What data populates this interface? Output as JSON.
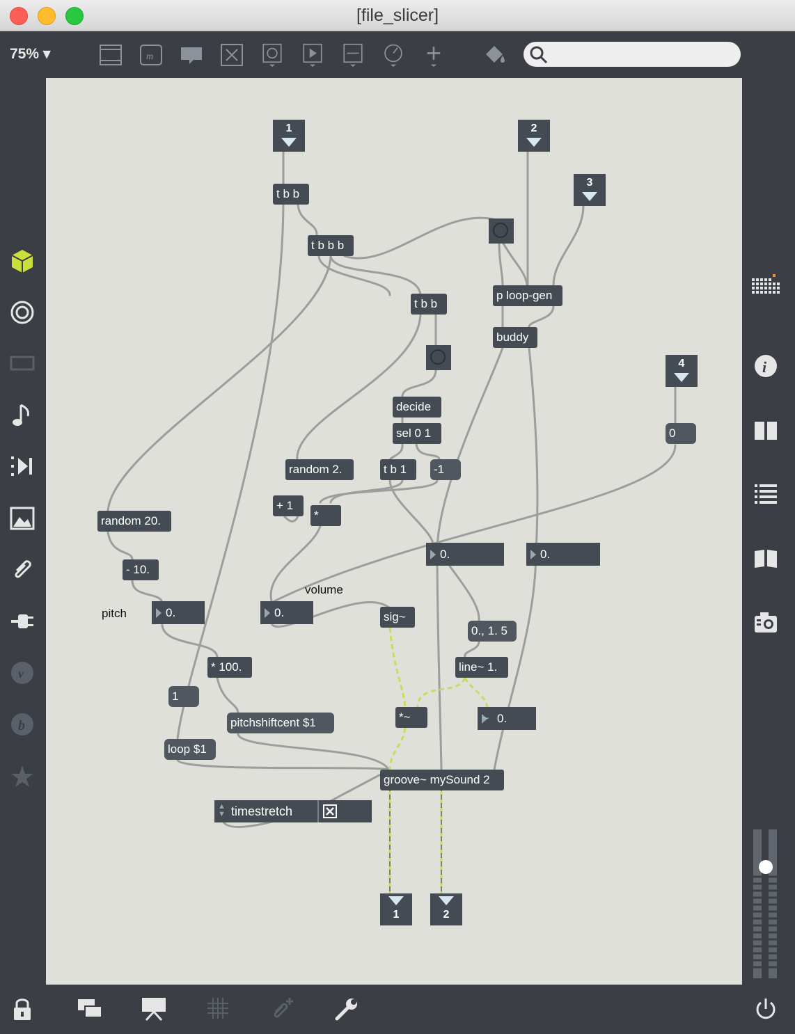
{
  "window": {
    "title": "[file_slicer]"
  },
  "toolbar": {
    "zoom": "75%",
    "icons": [
      "new-object-icon",
      "message-icon",
      "comment-icon",
      "toggle-icon",
      "button-icon",
      "play-icon",
      "slider-icon",
      "dial-icon",
      "add-icon",
      "paint-bucket-icon"
    ],
    "search_placeholder": ""
  },
  "left_sidebar": [
    "package-cube-icon",
    "target-icon",
    "monitor-icon",
    "music-note-icon",
    "step-icon",
    "image-icon",
    "paperclip-icon",
    "plug-icon",
    "v-icon",
    "b-icon",
    "star-icon"
  ],
  "right_sidebar": [
    "keyboard-grid-icon",
    "info-icon",
    "columns-icon",
    "list-icon",
    "book-icon",
    "camera-icon"
  ],
  "bottom_bar": [
    "lock-icon",
    "windows-icon",
    "presentation-icon",
    "grid-icon",
    "attach-icon",
    "wrench-icon",
    "power-icon"
  ],
  "patch": {
    "inlets": [
      "1",
      "2",
      "3",
      "4"
    ],
    "outlets": [
      "1",
      "2"
    ],
    "objects": {
      "tbb1": "t b b",
      "tbbb": "t b b b",
      "tbb2": "t b b",
      "loopgen": "p loop-gen",
      "buddy": "buddy",
      "decide": "decide",
      "sel": "sel 0 1",
      "random2": "random 2.",
      "tb1": "t b 1",
      "plus1": "+ 1",
      "mult": "*",
      "random20": "random 20.",
      "minus10": "- 10.",
      "times100": "* 100.",
      "sig": "sig~",
      "linetilde": "line~ 1.",
      "multtilde": "*~",
      "groove": "groove~ mySound 2"
    },
    "messages": {
      "m_neg1": "-1",
      "m_zero": "0",
      "m_one": "1",
      "m_loop": "loop $1",
      "m_pitchshift": "pitchshiftcent $1",
      "m_ramp": "0., 1. 5"
    },
    "numbers": {
      "n_a": "0.",
      "n_b": "0.",
      "n_pitch": "0.",
      "n_vol": "0."
    },
    "signal_number": "0.",
    "comments": {
      "pitch": "pitch",
      "volume": "volume"
    },
    "attr": {
      "label": "timestretch",
      "checked": true
    }
  }
}
